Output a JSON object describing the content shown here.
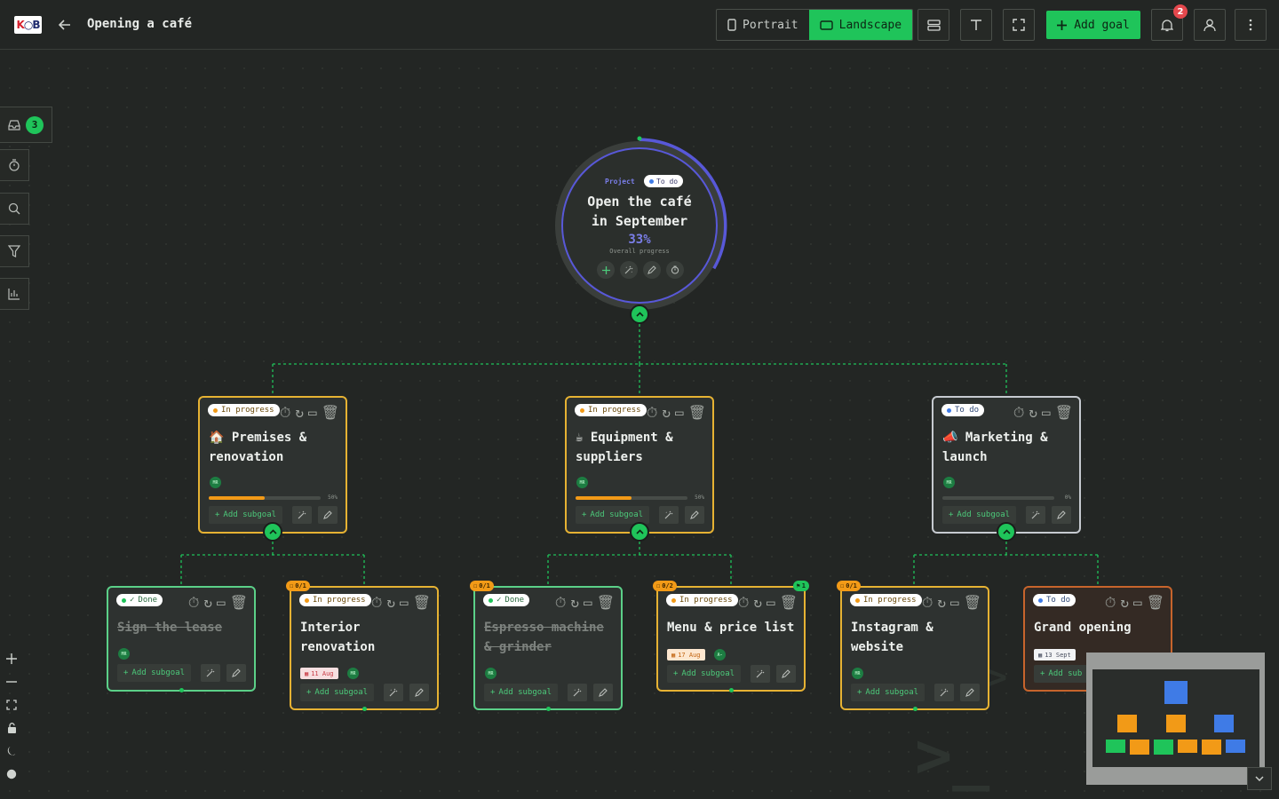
{
  "header": {
    "back_label": "back",
    "title": "Opening a café",
    "view_modes": [
      {
        "label": "Portrait",
        "active": false
      },
      {
        "label": "Landscape",
        "active": true
      }
    ],
    "add_goal_label": "Add goal",
    "notification_count": "2"
  },
  "sidebar": {
    "inbox_count": "3"
  },
  "root": {
    "type_label": "Project",
    "status": "To do",
    "title_line1": "Open the café",
    "title_line2": "in September",
    "progress": "33%",
    "progress_label": "Overall progress"
  },
  "goals": {
    "g1": {
      "status": "In progress",
      "emoji": "🏠",
      "title_line1": "Premises &",
      "title_line2": "renovation",
      "avatar": "MR",
      "progress": 50,
      "pct": "50%",
      "add": "Add subgoal"
    },
    "g2": {
      "status": "In progress",
      "emoji": "☕",
      "title_line1": "Equipment &",
      "title_line2": "suppliers",
      "avatar": "MR",
      "progress": 50,
      "pct": "50%",
      "add": "Add subgoal"
    },
    "g3": {
      "status": "To do",
      "emoji": "📣",
      "title_line1": "Marketing &",
      "title_line2": "launch",
      "avatar": "MR",
      "progress": 0,
      "pct": "0%",
      "add": "Add subgoal"
    }
  },
  "subgoals": {
    "s1": {
      "status": "Done",
      "title_line1": "Sign the lease",
      "title_line2": "",
      "avatar": "MR",
      "add": "Add subgoal"
    },
    "s2": {
      "status": "In progress",
      "counter": "0/1",
      "title_line1": "Interior",
      "title_line2": "renovation",
      "date": "11 Aug",
      "avatar": "MR",
      "add": "Add subgoal"
    },
    "s3": {
      "status": "Done",
      "counter": "0/1",
      "title_line1": "Espresso machine",
      "title_line2": "& grinder",
      "avatar": "MR",
      "add": "Add subgoal"
    },
    "s4": {
      "status": "In progress",
      "counter": "0/2",
      "comments": "1",
      "title_line1": "Menu & price list",
      "date": "17 Aug",
      "avatar": "A-",
      "add": "Add subgoal"
    },
    "s5": {
      "status": "In progress",
      "counter": "0/1",
      "title_line1": "Instagram &",
      "title_line2": "website",
      "avatar": "MR",
      "add": "Add subgoal"
    },
    "s6": {
      "status": "To do",
      "title_line1": "Grand opening",
      "date": "13 Sept",
      "add": "Add sub"
    }
  },
  "colors": {
    "accent": "#1fc45a",
    "in_progress_border": "#e6b233",
    "done_border": "#5bd088",
    "todo_border": "#c6cad0",
    "project_ring": "#5858d8",
    "progress_fill": "#f29a17"
  },
  "icons": [
    "back-arrow-icon",
    "portrait-icon",
    "landscape-icon",
    "layout-icon",
    "text-icon",
    "fullscreen-icon",
    "plus-icon",
    "bell-icon",
    "user-icon",
    "more-icon",
    "inbox-icon",
    "timer-icon",
    "search-icon",
    "filter-icon",
    "chart-icon",
    "zoom-in-icon",
    "zoom-out-icon",
    "fit-icon",
    "lock-icon",
    "moon-icon",
    "palette-icon",
    "chevron-up-icon",
    "magic-icon",
    "pencil-icon",
    "trash-icon",
    "link-icon",
    "calendar-icon"
  ]
}
